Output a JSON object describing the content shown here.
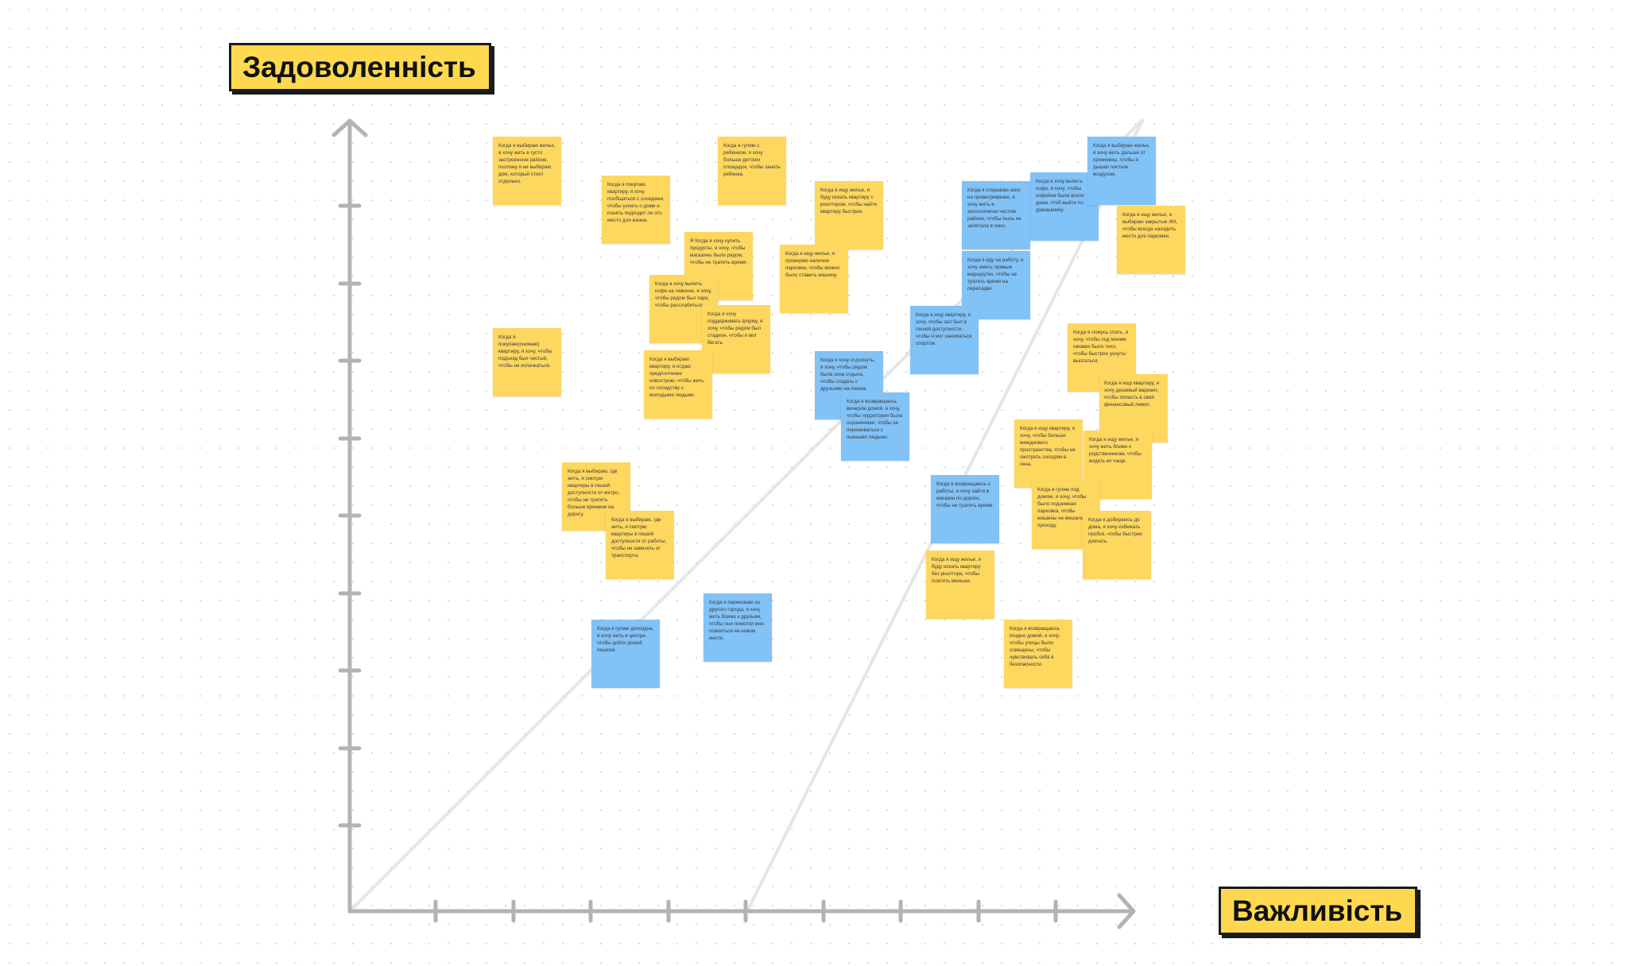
{
  "axes": {
    "y_title": "Задоволенність",
    "x_title": "Важливість"
  },
  "colors": {
    "yellow_note": "#fed75f",
    "blue_note": "#81c2f7",
    "axis": "#b3b3b3",
    "guide_line": "#e6e6e6",
    "title_bg": "#fed94f"
  },
  "notes": [
    {
      "color": "yellow",
      "text": "Когда я выбираю жилье, я хочу жить в густо застроенном районе, поэтому я не выбираю дом, который стоит отдельно."
    },
    {
      "color": "yellow",
      "text": "Когда я покупаю квартиру, я хочу пообщаться с соседями, чтобы узнать о доме и понять подходит ли это место для жизни."
    },
    {
      "color": "yellow",
      "text": "Когда я гуляю с ребенком, я хочу больше детских площадок, чтобы занять ребенка."
    },
    {
      "color": "yellow",
      "text": "Когда я ищу жилье, я буду искать квартиру с риэлтором, чтобы найти квартиру быстрее."
    },
    {
      "color": "blue",
      "text": "Когда я открываю окно на проветривание, я хочу жить в экологически чистом районе, чтобы пыль не залетала в окно."
    },
    {
      "color": "blue",
      "text": "Когда я хочу выпить кофе, я хочу, чтобы кофейня была возле дома, чтоб выйти по домашнему."
    },
    {
      "color": "blue",
      "text": "Когда я выбираю жилье, я хочу жить дальше от проможны, чтобы я дышал чистым воздухом."
    },
    {
      "color": "yellow",
      "text": "Когда я ищу жилье, я выбираю закрытые ЖК, чтобы всегда находить место для парковки."
    },
    {
      "color": "yellow",
      "text": "Я Когда я хочу купить продукты, я хочу, чтобы магазины были рядом, чтобы не тратить время."
    },
    {
      "color": "yellow",
      "text": "Когда я ищу жилье, я проверяю наличие парковки, чтобы можно было ставить машину."
    },
    {
      "color": "blue",
      "text": "Когда я еду на работу, я хочу иметь прямые маршрутки, чтобы не тратить время на пересадки."
    },
    {
      "color": "yellow",
      "text": "Когда я хочу выпить кофе на лавочке, я хочу, чтобы рядом был парк, чтобы расслабиться."
    },
    {
      "color": "yellow",
      "text": "Когда я хочу поддерживать форму, я хочу, чтобы рядом был стадион, чтобы я мог бегать."
    },
    {
      "color": "blue",
      "text": "Когда я ищу квартиру, я хочу, чтобы зал был в пешей доступности, чтобы я мог заниматься спортом."
    },
    {
      "color": "yellow",
      "text": "Когда я покупаю(снимаю) квартиру, я хочу, чтобы подъезд был чистый, чтобы не испачкаться."
    },
    {
      "color": "yellow",
      "text": "Когда я выбираю квартиру, я отдаю предпочтение новострою, чтобы жить по соседству с молодыми людьми."
    },
    {
      "color": "blue",
      "text": "Когда я хочу отдохнуть, я хочу, чтобы рядом была зона отдыха, чтобы создать с друзьями на пикник."
    },
    {
      "color": "blue",
      "text": "Когда я возвращаюсь вечером домой, я хочу, чтобы территория была охраняемая, чтобы не переживаться с пьяными людьми."
    },
    {
      "color": "yellow",
      "text": "Когда я ложусь спать, я хочу, чтобы под моими окнами было тихо, чтобы быстрее уснуть/ выспаться."
    },
    {
      "color": "yellow",
      "text": "Когда я ищу квартиру, я хочу дешевый вариант, чтобы попасть в свой финансовый лимит."
    },
    {
      "color": "yellow",
      "text": "Когда я ищу квартиру, я хочу, чтобы больше межднового пространства, чтобы не смотреть соседям в окна."
    },
    {
      "color": "yellow",
      "text": "Когда я ищу жилье, я хочу жить ближе к родственникам, чтобы видеть их чаще."
    },
    {
      "color": "yellow",
      "text": "Когда я выбираю, где жить, я смотрю квартиры в пешей доступности от метро, чтобы не тратить больше времени на дорогу."
    },
    {
      "color": "yellow",
      "text": "Когда я выбираю, где жить, я смотрю квартиры в пешей доступности от работы, чтобы не зависеть от транспорта."
    },
    {
      "color": "blue",
      "text": "Когда я возвращаюсь с работы, я хочу зайти в магазин по дороге, чтобы не тратить время."
    },
    {
      "color": "yellow",
      "text": "Когда я гуляю под домом, я хочу, чтобы было подземная парковка, чтобы машины не мешали проходу."
    },
    {
      "color": "yellow",
      "text": "Когда я добираюсь до дома, я хочу избежать пробок, чтобы быстрее доехать."
    },
    {
      "color": "yellow",
      "text": "Когда я ищу жилье, я буду искать квартиру без риэлтора, чтобы платить меньше."
    },
    {
      "color": "blue",
      "text": "Когда я гуляю допоздна, я хочу жить в центре, чтобы дойти домой пешком."
    },
    {
      "color": "blue",
      "text": "Когда я переезжаю из другого города, я хочу жить ближе к друзьям, чтобы они помогли мне освоиться на новом месте."
    },
    {
      "color": "yellow",
      "text": "Когда я возвращаюсь поздно домой, я хочу, чтобы улицы были освещены, чтобы чувствовать себя в безопасности."
    }
  ]
}
